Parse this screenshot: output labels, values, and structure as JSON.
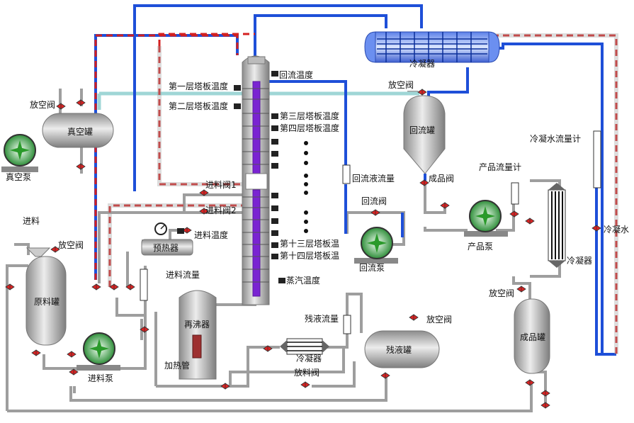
{
  "labels": {
    "vacuum_pump": "真空泵",
    "vacuum_tank": "真空罐",
    "vent_valve_vacuum": "放空阀",
    "tray1_temp": "第一层塔板温度",
    "tray2_temp": "第二层塔板温度",
    "tray3_temp": "第三层塔板温度",
    "tray4_temp": "第四层塔板温度",
    "tray13_temp": "第十三层塔板温",
    "tray14_temp": "第十四层塔板温",
    "reflux_temp": "回流温度",
    "condenser_top": "冷凝器",
    "vent_valve_reflux": "放空阀",
    "reflux_tank": "回流罐",
    "product_valve": "成品阀",
    "reflux_flow": "回流液流量",
    "reflux_valve": "回流阀",
    "reflux_pump": "回流泵",
    "product_flowmeter": "产品流量计",
    "product_pump": "产品泵",
    "condenser_product": "冷凝器",
    "cw_flowmeter": "冷凝水流量计",
    "cooling_water": "冷凝水",
    "feed": "进料",
    "vent_valve_feed": "放空阀",
    "feed_tank": "原料罐",
    "feed_valve1": "进料阀1",
    "feed_valve2": "进料阀2",
    "feed_temp": "进料温度",
    "preheater": "预热器",
    "feed_flow": "进料流量",
    "feed_pump": "进料泵",
    "reboiler": "再沸器",
    "heating_tube": "加热管",
    "steam_temp": "蒸汽温度",
    "residue_flow": "残液流量",
    "condenser_residue": "冷凝器",
    "discharge_valve": "放料阀",
    "residue_tank": "残液罐",
    "vent_valve_residue": "放空阀",
    "vent_valve_product": "放空阀",
    "product_tank": "成品罐"
  },
  "colors": {
    "pipe_gray": "#a8a8a8",
    "pipe_blue": "#1e4fd8",
    "pipe_red": "#d42020",
    "pipe_cyan": "#a9dcdc",
    "tank": "#c8c8c8",
    "purple": "#7a24d2",
    "pump_green": "#3cb84a"
  }
}
